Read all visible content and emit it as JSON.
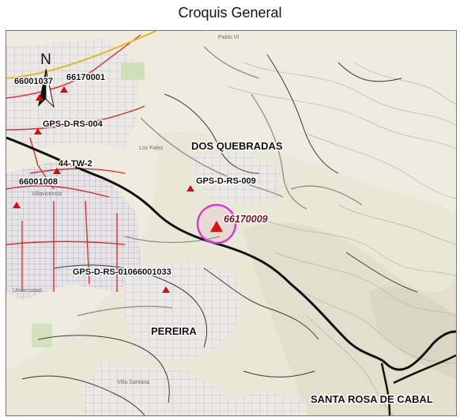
{
  "map_title": "Croquis General",
  "north_arrow_label": "N",
  "places": {
    "dos_quebradas": "DOS QUEBRADAS",
    "pereira": "PEREIRA",
    "santa_rosa": "SANTA ROSA DE CABAL"
  },
  "stations": {
    "s1": "66001037",
    "s2": "66170001",
    "s3": "GPS-D-RS-004",
    "s4": "44-TW-2",
    "s5": "66001008",
    "s6": "GPS-D-RS-009",
    "s7": "66170009",
    "s8": "GPS-D-RS-01066001033"
  },
  "small_labels": {
    "a": "Los Fales",
    "b": "Villavicencio",
    "c": "Universidad",
    "d": "Villa Santana",
    "e": "Pablo VI"
  },
  "colors": {
    "highlight_circle": "#d63ad0",
    "marker": "#cc1010",
    "boundary": "#111111",
    "roads": "#d8312f"
  }
}
